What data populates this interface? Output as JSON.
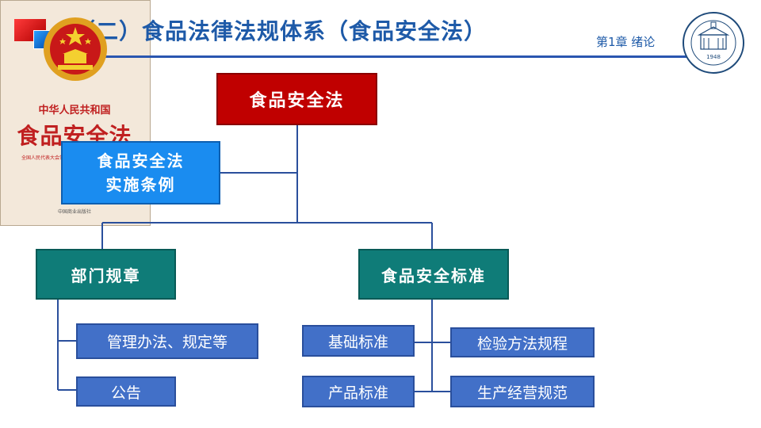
{
  "header": {
    "title": "（二）食品法律法规体系（食品安全法）",
    "chapter": "第1章 绪论"
  },
  "seal": {
    "year": "1948"
  },
  "book_cover": {
    "publisher_line": "中华人民共和国",
    "title": "食品安全法",
    "reviewer_line": "全国人民代表大会常务委员会法制工作委员会 审定",
    "press_line": "中国商业出版社"
  },
  "diagram": {
    "root": "食品安全法",
    "implementing_regulations": "食品安全法\n实施条例",
    "departmental_rules": {
      "label": "部门规章",
      "children": [
        "管理办法、规定等",
        "公告"
      ]
    },
    "food_safety_standards": {
      "label": "食品安全标准",
      "children": [
        "基础标准",
        "产品标准",
        "检验方法规程",
        "生产经营规范"
      ]
    }
  },
  "colors": {
    "title_blue": "#1e5aa8",
    "root_red": "#c00000",
    "regs_blue": "#1a8cf0",
    "teal": "#0f7c78",
    "leaf_blue": "#4270c8",
    "connector": "#2a4f9c"
  }
}
